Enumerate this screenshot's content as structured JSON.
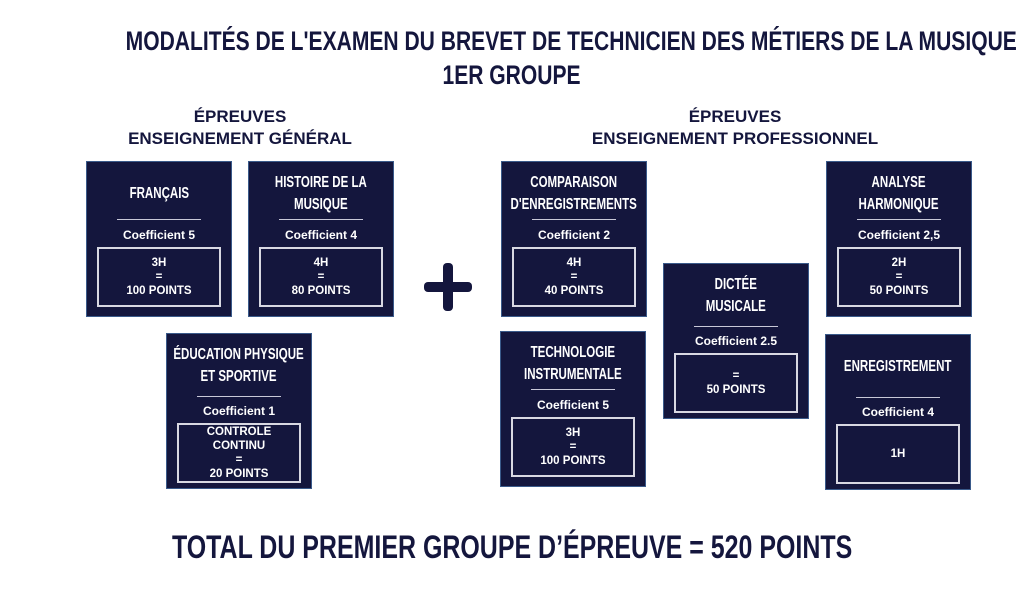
{
  "title": {
    "line1": "MODALITÉS DE L'EXAMEN DU BREVET DE TECHNICIEN DES MÉTIERS DE LA MUSIQUE",
    "line2": "1ER GROUPE"
  },
  "general": {
    "heading1": "ÉPREUVES",
    "heading2": "ENSEIGNEMENT GÉNÉRAL",
    "cards": [
      {
        "title1": "FRANÇAIS",
        "title2": "",
        "coef": "Coefficient 5",
        "l1": "3H",
        "l2": "=",
        "l3": "100 POINTS"
      },
      {
        "title1": "HISTOIRE DE LA",
        "title2": "MUSIQUE",
        "coef": "Coefficient 4",
        "l1": "4H",
        "l2": "=",
        "l3": "80 POINTS"
      },
      {
        "title1": "ÉDUCATION PHYSIQUE",
        "title2": "ET SPORTIVE",
        "coef": "Coefficient 1",
        "l1": "CONTROLE CONTINU",
        "l2": "=",
        "l3": "20 POINTS"
      }
    ]
  },
  "professional": {
    "heading1": "ÉPREUVES",
    "heading2": "ENSEIGNEMENT PROFESSIONNEL",
    "cards": [
      {
        "title1": "COMPARAISON",
        "title2": "D'ENREGISTREMENTS",
        "coef": "Coefficient 2",
        "l1": "4H",
        "l2": "=",
        "l3": "40 POINTS"
      },
      {
        "title1": "TECHNOLOGIE",
        "title2": "INSTRUMENTALE",
        "coef": "Coefficient 5",
        "l1": "3H",
        "l2": "=",
        "l3": "100 POINTS"
      },
      {
        "title1": "DICTÉE",
        "title2": "MUSICALE",
        "coef": "Coefficient 2.5",
        "l1": "",
        "l2": "=",
        "l3": "50 POINTS"
      },
      {
        "title1": "ANALYSE",
        "title2": "HARMONIQUE",
        "coef": "Coefficient 2,5",
        "l1": "2H",
        "l2": "=",
        "l3": "50 POINTS"
      },
      {
        "title1": "ENREGISTREMENT",
        "title2": "",
        "coef": "Coefficient 4",
        "l1": "1H",
        "l2": "",
        "l3": ""
      }
    ]
  },
  "total": "TOTAL DU PREMIER GROUPE D’ÉPREUVE = 520 POINTS",
  "colors": {
    "navy": "#14163d",
    "border": "#3a5a8a"
  }
}
